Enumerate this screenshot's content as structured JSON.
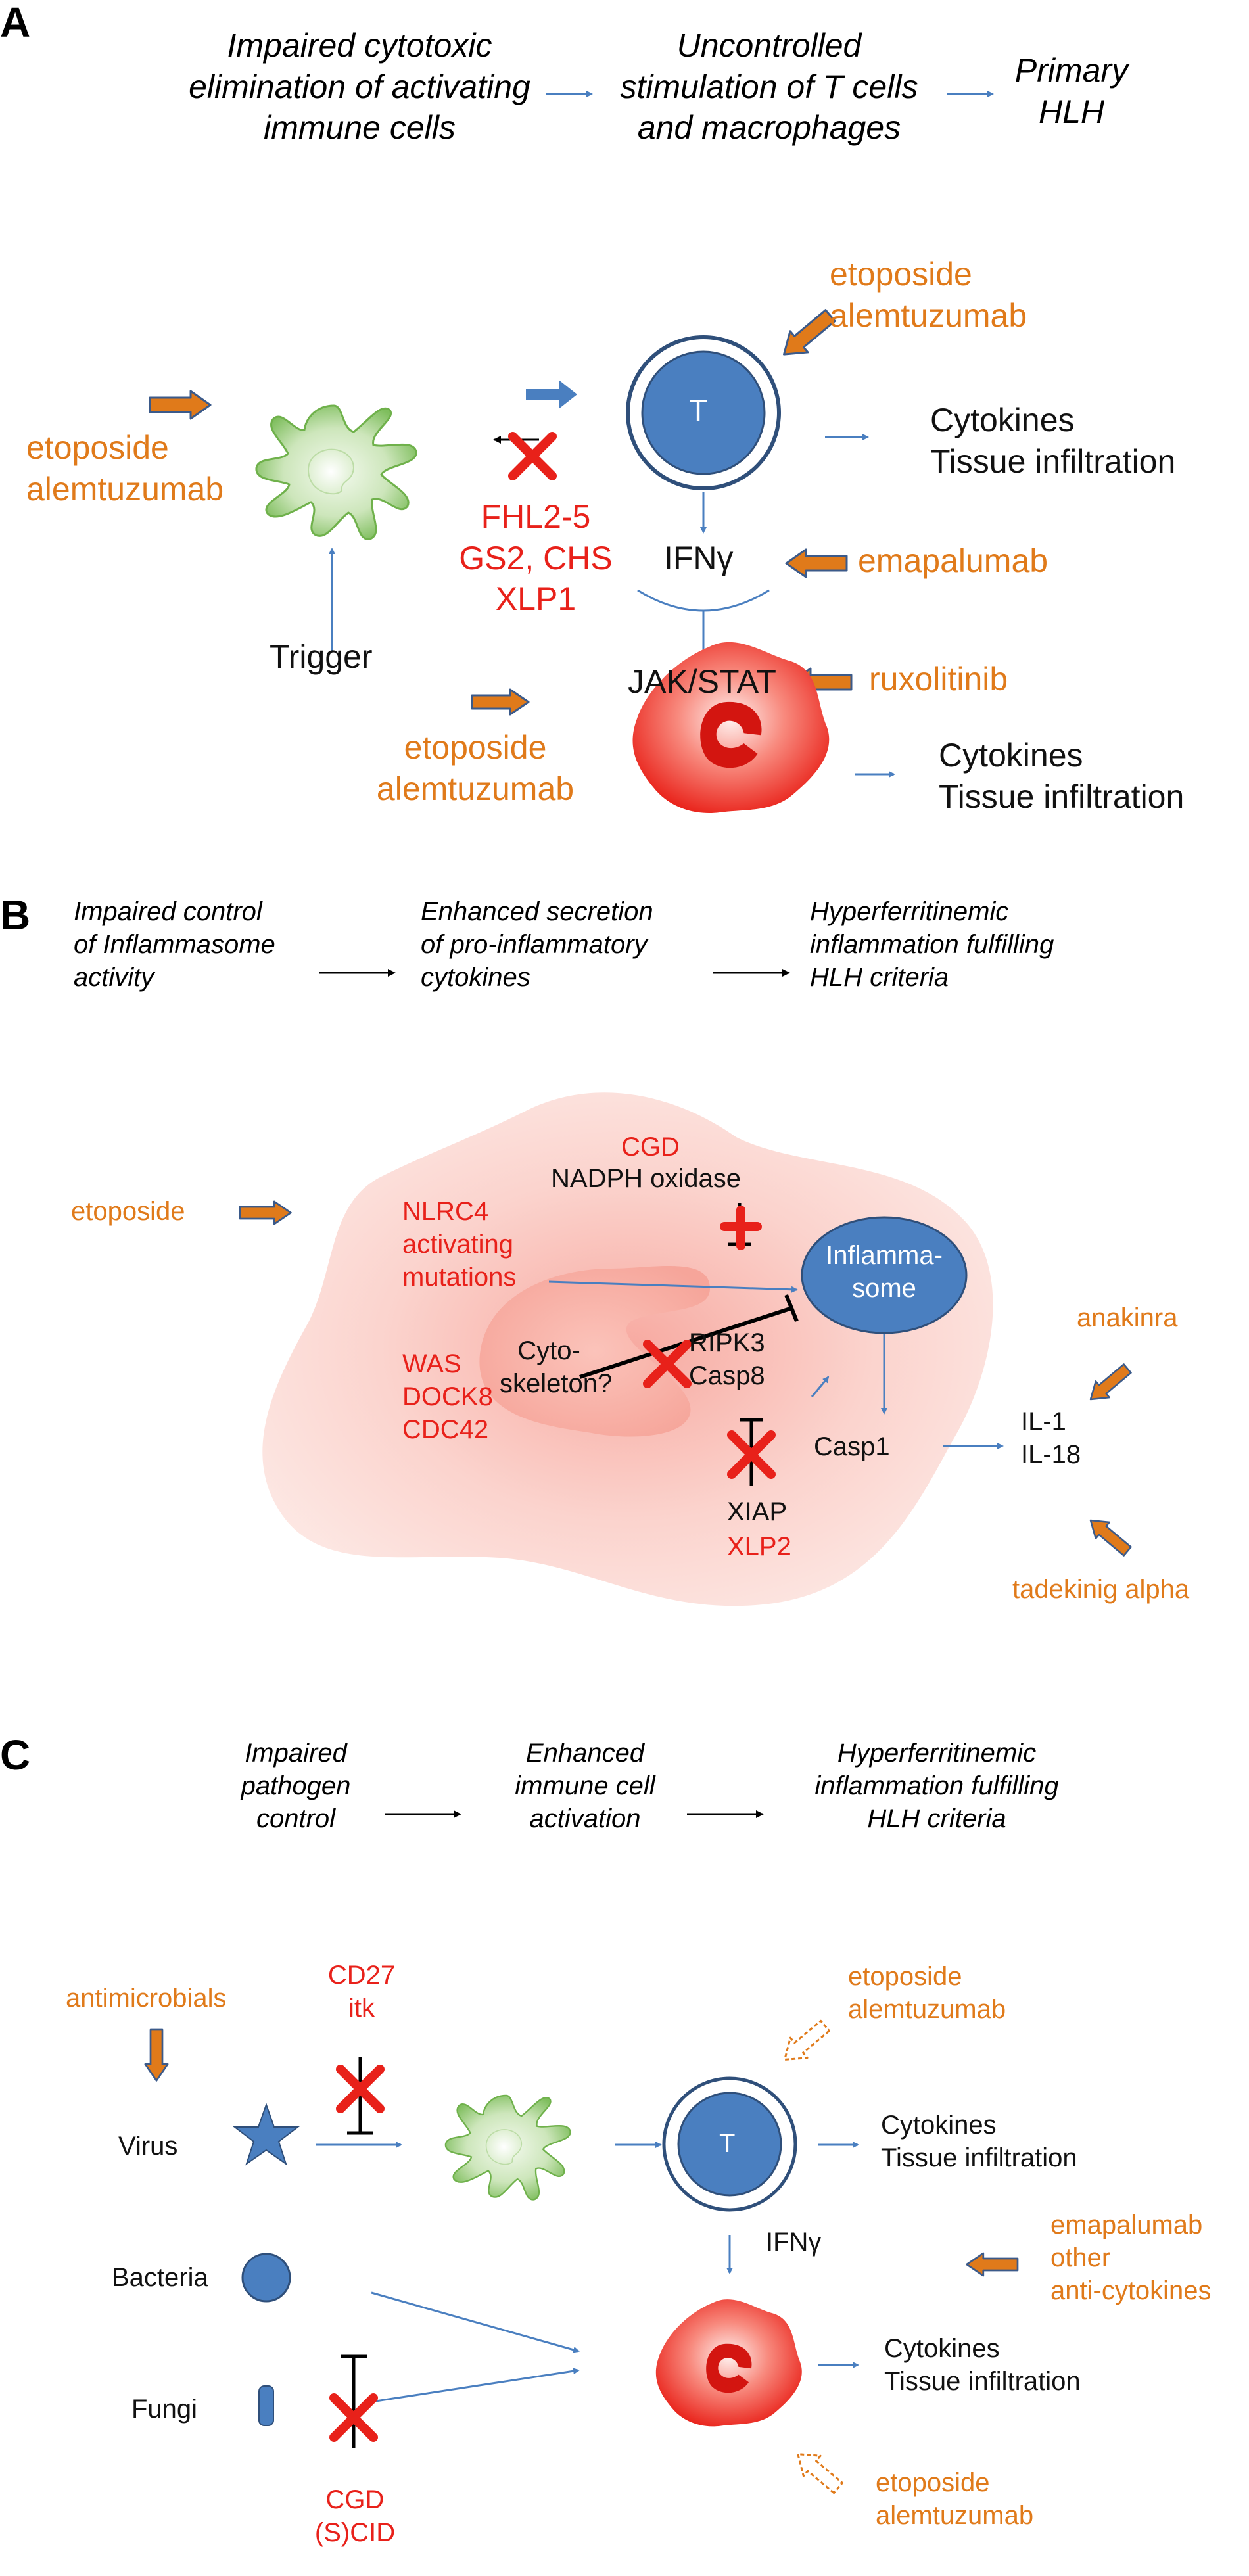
{
  "panels": {
    "A": {
      "label": "A",
      "flow": [
        "Impaired cytotoxic\nelimination of activating\nimmune cells",
        "Uncontrolled\nstimulation of T cells\nand macrophages",
        "Primary\nHLH"
      ],
      "drug_top": "etoposide\nalemtuzumab",
      "drug_left": "etoposide\nalemtuzumab",
      "drug_bottom": "etoposide\nalemtuzumab",
      "drug_ifn": "emapalumab",
      "drug_jak": "ruxolitinib",
      "t_cell": "T",
      "cytokines_1": "Cytokines\nTissue infiltration",
      "cytokines_2": "Cytokines\nTissue infiltration",
      "genes": "FHL2-5\nGS2, CHS\nXLP1",
      "ifn": "IFNγ",
      "trigger": "Trigger",
      "jak": "JAK/STAT"
    },
    "B": {
      "label": "B",
      "flow": [
        "Impaired control\nof Inflammasome\nactivity",
        "Enhanced secretion\nof pro-inflammatory\ncytokines",
        "Hyperferritinemic\ninflammation fulfilling\nHLH criteria"
      ],
      "cgd": "CGD",
      "nadph": "NADPH oxidase",
      "etoposide": "etoposide",
      "nlrc4": "NLRC4\nactivating\nmutations",
      "inflammasome": "Inflamma-\nsome",
      "cytoskeleton": "Cyto-\nskeleton?",
      "ripk3": "RIPK3\nCasp8",
      "was": "WAS\nDOCK8\nCDC42",
      "casp1": "Casp1",
      "il": "IL-1\nIL-18",
      "xiap": "XIAP",
      "xlp2": "XLP2",
      "anakinra": "anakinra",
      "tadekinig": "tadekinig alpha"
    },
    "C": {
      "label": "C",
      "flow": [
        "Impaired\npathogen\ncontrol",
        "Enhanced\nimmune cell\nactivation",
        "Hyperferritinemic\ninflammation fulfilling\nHLH criteria"
      ],
      "antimicrobials": "antimicrobials",
      "cd27": "CD27\nitk",
      "drug_top": "etoposide\nalemtuzumab",
      "virus": "Virus",
      "t_cell": "T",
      "cytokines_1": "Cytokines\nTissue infiltration",
      "ifn": "IFNγ",
      "anti": "emapalumab\nother\nanti-cytokines",
      "bacteria": "Bacteria",
      "cytokines_2": "Cytokines\nTissue infiltration",
      "fungi": "Fungi",
      "cgd": "CGD\n(S)CID",
      "drug_bottom": "etoposide\nalemtuzumab"
    }
  },
  "colors": {
    "drug": "#e07a1a",
    "gene": "#e8211a",
    "arrow_blue": "#4a7fc0",
    "cell_blue": "#4a7fc0",
    "macrophage": "#e8211a",
    "dendritic": "#8cc36e"
  }
}
